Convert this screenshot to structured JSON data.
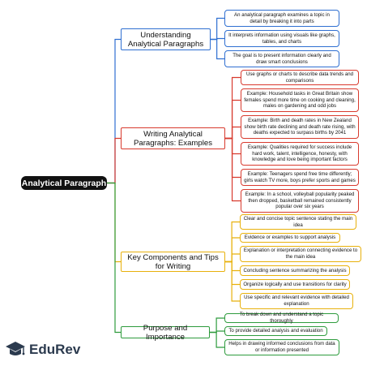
{
  "root": {
    "label": "Analytical Paragraph"
  },
  "colors": {
    "blue": "#2f6fd1",
    "red": "#d83a2e",
    "yellow": "#e8b10c",
    "green": "#2e9b3d",
    "root_bg": "#111111"
  },
  "branches": [
    {
      "label": "Understanding Analytical Paragraphs",
      "leaves": [
        "An analytical paragraph examines a topic in detail by breaking it into parts",
        "It interprets information using visuals like graphs, tables, and charts",
        "The goal is to present information clearly and draw smart conclusions"
      ]
    },
    {
      "label": "Writing Analytical Paragraphs: Examples",
      "leaves": [
        "Use graphs or charts to describe data trends and comparisons",
        "Example: Household tasks in Great Britain show females spend more time on cooking and cleaning, males on gardening and odd jobs",
        "Example: Birth and death rates in New Zealand show birth rate declining and death rate rising, with deaths expected to surpass births by 2041",
        "Example: Qualities required for success include hard work, talent, intelligence, honesty, with knowledge and love being important factors",
        "Example: Teenagers spend free time differently; girls watch TV more, boys prefer sports and games",
        "Example: In a school, volleyball popularity peaked then dropped, basketball remained consistently popular over six years"
      ]
    },
    {
      "label": "Key Components and Tips for Writing",
      "leaves": [
        "Clear and concise topic sentence stating the main idea",
        "Evidence or examples to support analysis",
        "Explanation or interpretation connecting evidence to the main idea",
        "Concluding sentence summarizing the analysis",
        "Organize logically and use transitions for clarity",
        "Use specific and relevant evidence with detailed explanation"
      ]
    },
    {
      "label": "Purpose and Importance",
      "leaves": [
        "To break down and understand a topic thoroughly",
        "To provide detailed analysis and evaluation",
        "Helps in drawing informed conclusions from data or information presented"
      ]
    }
  ],
  "logo": {
    "text": "EduRev",
    "icon": "graduation-cap-icon"
  }
}
